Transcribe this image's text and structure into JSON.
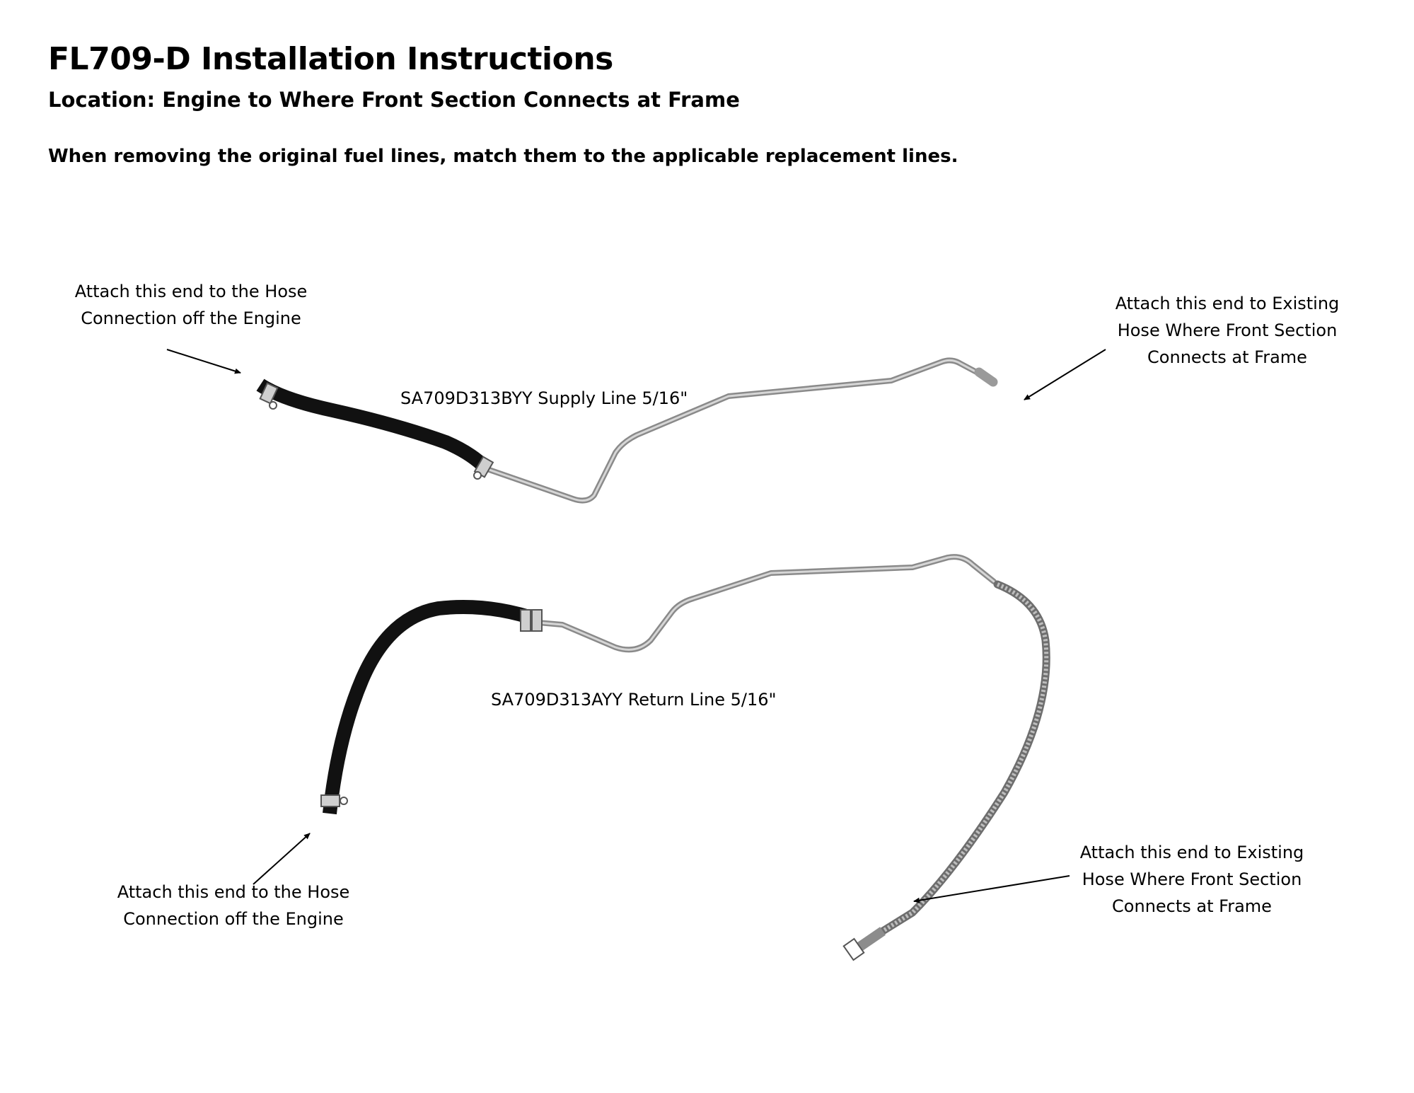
{
  "header": {
    "title": "FL709-D Installation Instructions",
    "location": "Location: Engine to Where Front Section Connects at Frame",
    "instruction": "When removing the original fuel lines, match them to the applicable replacement lines."
  },
  "supply_line": {
    "part_label": "SA709D313BYY Supply Line 5/16\"",
    "engine_end_note": [
      "Attach this end to the Hose",
      "Connection off the Engine"
    ],
    "frame_end_note": [
      "Attach this end to Existing",
      "Hose Where Front Section",
      "Connects at Frame"
    ]
  },
  "return_line": {
    "part_label": "SA709D313AYY Return Line 5/16\"",
    "engine_end_note": [
      "Attach this end to the Hose",
      "Connection off the Engine"
    ],
    "frame_end_note": [
      "Attach this end to Existing",
      "Hose Where Front Section",
      "Connects at Frame"
    ]
  },
  "colors": {
    "hose": "#111111",
    "steel_line": "#b5b5b5",
    "steel_line_shade": "#8a8a8a",
    "braided_hose": "#9a9a9a",
    "arrow": "#000000"
  }
}
